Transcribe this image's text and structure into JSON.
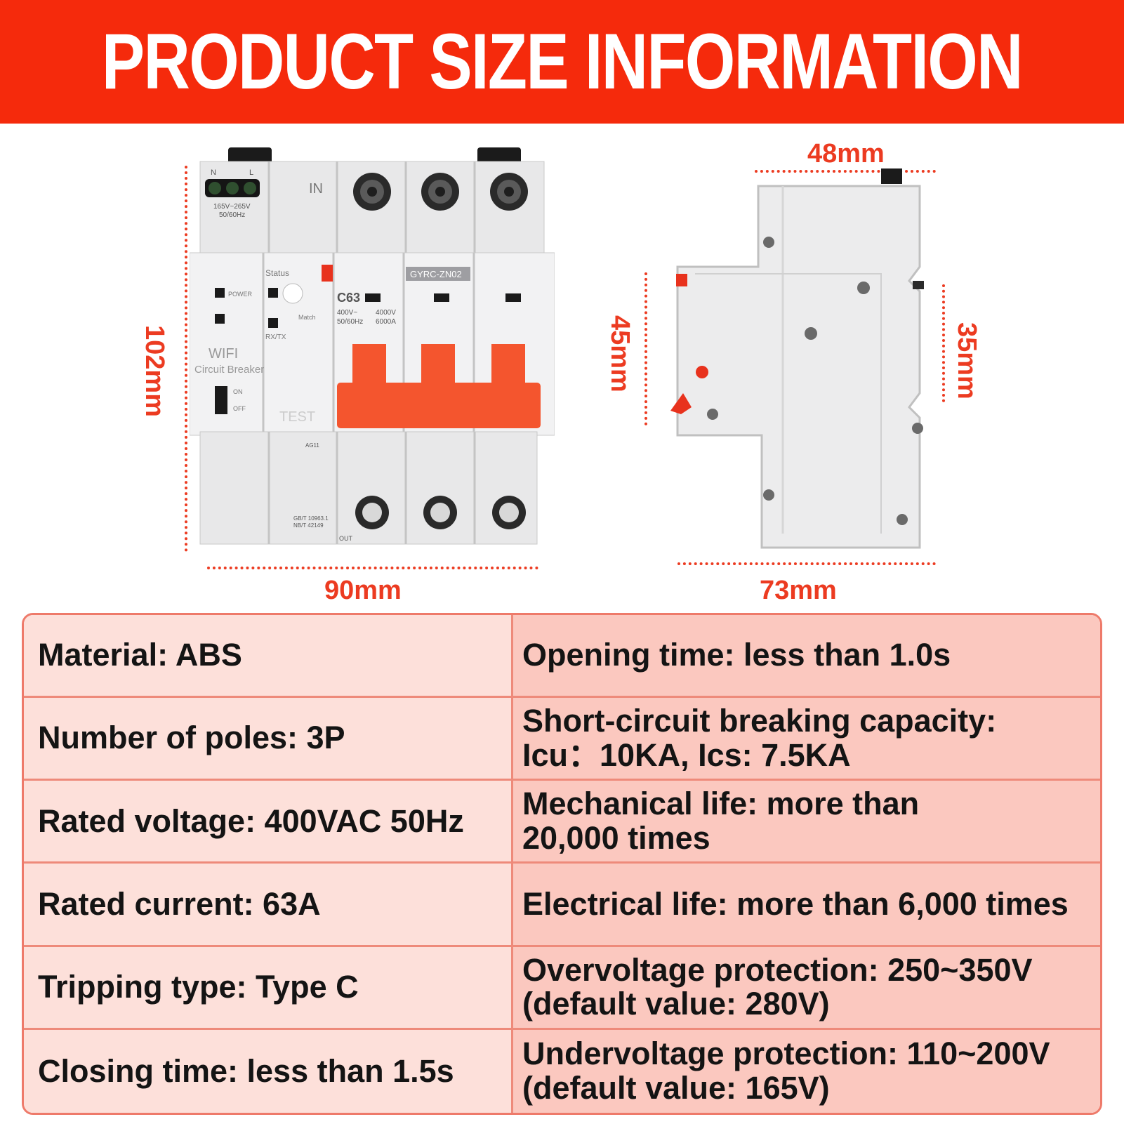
{
  "banner": {
    "title": "PRODUCT SIZE INFORMATION"
  },
  "dimensions": {
    "front_height": "102mm",
    "front_width": "90mm",
    "side_top_width": "48mm",
    "side_bottom_width": "73mm",
    "side_left_height": "45mm",
    "side_right_height": "35mm"
  },
  "device": {
    "terminal_n": "N",
    "terminal_l": "L",
    "supply_line1": "165V~265V",
    "supply_line2": "50/60Hz",
    "in_label": "IN",
    "status_label": "Status",
    "power_label": "POWER",
    "match_label": "Match",
    "rxtx_label": "RX/TX",
    "wifi_label": "WIFI",
    "breaker_label": "Circuit Breaker",
    "on_label": "ON",
    "off_label": "OFF",
    "test_label": "TEST",
    "model_label": "GYRC-ZN02",
    "rating_label": "C63",
    "voltage_line1": "400V~",
    "voltage_line2": "50/60Hz",
    "capacity_line1": "4000V",
    "capacity_line2": "6000A",
    "ag_label": "AG11",
    "std_line1": "GB/T 10963.1",
    "std_line2": "NB/T 42149",
    "out_label": "OUT"
  },
  "specs": [
    {
      "left": "Material: ABS",
      "right": "Opening time: less than 1.0s"
    },
    {
      "left": "Number of poles: 3P",
      "right": "Short-circuit breaking capacity:\nIcu：10KA, Ics: 7.5KA"
    },
    {
      "left": "Rated voltage: 400VAC 50Hz",
      "right": "Mechanical life: more than\n20,000 times"
    },
    {
      "left": "Rated current: 63A",
      "right": "Electrical life: more than 6,000 times"
    },
    {
      "left": "Tripping type: Type C",
      "right": "Overvoltage protection: 250~350V\n(default value: 280V)"
    },
    {
      "left": "Closing time: less than 1.5s",
      "right": "Undervoltage protection: 110~200V\n(default value: 165V)"
    }
  ],
  "colors": {
    "accent": "#f52a0c",
    "dimension": "#ec3b21",
    "handle": "#f4552e",
    "table_left": "#fde0da",
    "table_right": "#fbc8bf"
  }
}
